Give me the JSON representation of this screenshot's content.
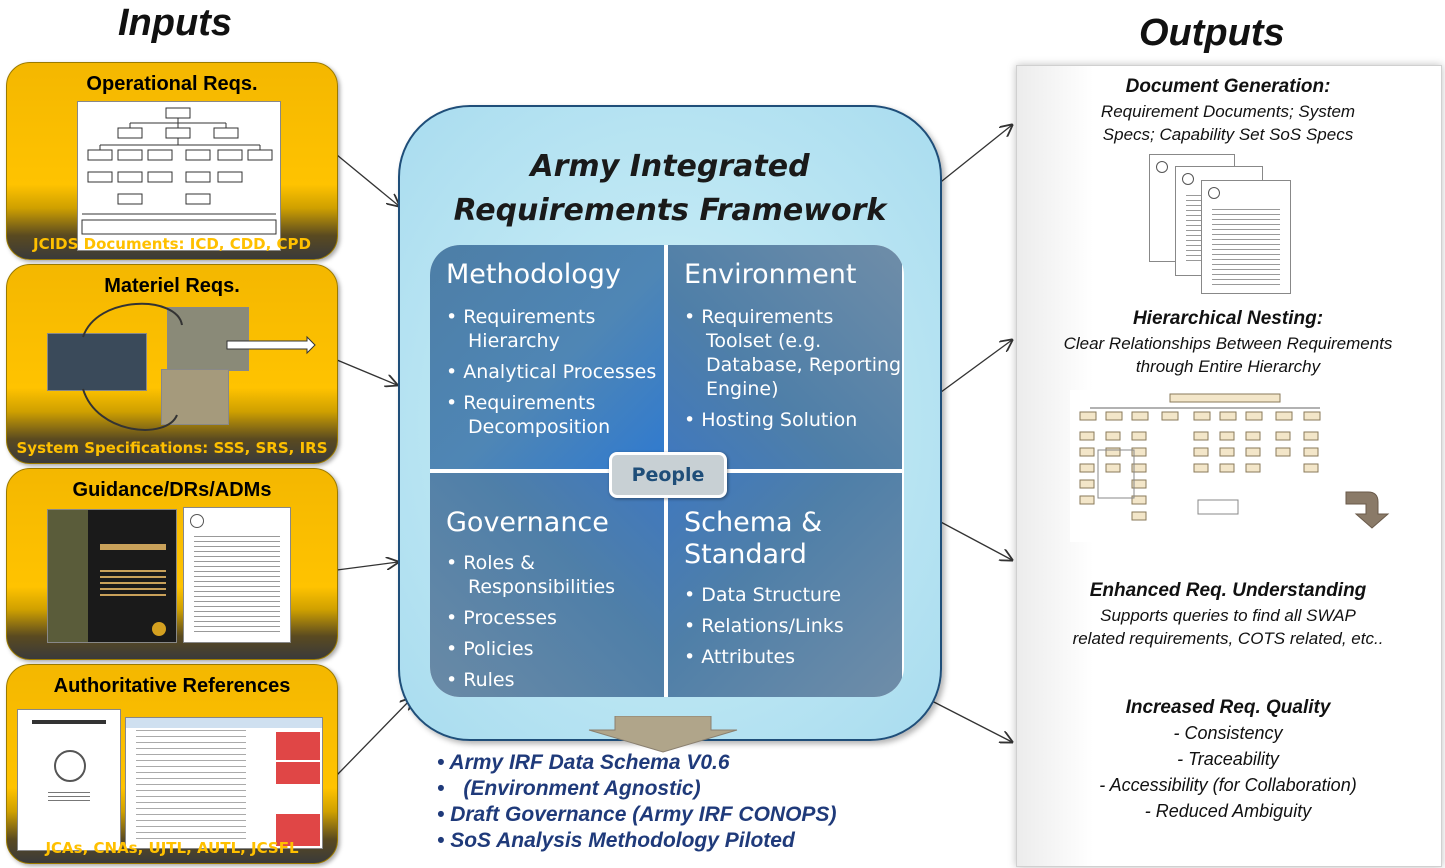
{
  "inputs": {
    "title": "Inputs",
    "boxes": [
      {
        "title": "Operational Reqs.",
        "footer": "JCIDS Documents: ICD, CDD, CPD"
      },
      {
        "title": "Materiel Reqs.",
        "footer": "System Specifications: SSS, SRS, IRS"
      },
      {
        "title": "Guidance/DRs/ADMs",
        "footer": ""
      },
      {
        "title": "Authoritative References",
        "footer": "JCAs, CNAs, UJTL, AUTL, JCSFL"
      }
    ]
  },
  "framework": {
    "title_line1": "Army Integrated",
    "title_line2": "Requirements Framework",
    "center_label": "People",
    "quadrants": [
      {
        "title": "Methodology",
        "items": [
          "Requirements Hierarchy",
          "Analytical Processes",
          "Requirements Decomposition"
        ]
      },
      {
        "title": "Environment",
        "items": [
          "Requirements Toolset (e.g. Database, Reporting Engine)",
          "Hosting Solution"
        ]
      },
      {
        "title": "Governance",
        "items": [
          "Roles & Responsibilities",
          "Processes",
          "Policies",
          "Rules"
        ]
      },
      {
        "title": "Schema & Standard",
        "items": [
          "Data Structure",
          "Relations/Links",
          "Attributes"
        ]
      }
    ]
  },
  "deliverables": [
    "Army IRF Data Schema V0.6",
    "(Environment Agnostic)",
    "Draft Governance (Army IRF CONOPS)",
    "SoS Analysis Methodology Piloted"
  ],
  "outputs": {
    "title": "Outputs",
    "sections": [
      {
        "heading": "Document Generation:",
        "text_lines": [
          "Requirement Documents; System",
          "Specs; Capability Set SoS Specs"
        ]
      },
      {
        "heading": "Hierarchical Nesting:",
        "text_lines": [
          "Clear Relationships Between Requirements",
          "through Entire Hierarchy"
        ]
      },
      {
        "heading": "Enhanced Req. Understanding",
        "text_lines": [
          "Supports queries to find all SWAP",
          "related requirements, COTS related, etc.."
        ]
      },
      {
        "heading": "Increased Req. Quality",
        "text_lines": [
          "- Consistency",
          "- Traceability",
          "- Accessibility (for Collaboration)",
          "- Reduced Ambiguity"
        ]
      }
    ]
  },
  "colors": {
    "input_gold": "#ffc300",
    "footer_text": "#ffc000",
    "framework_border": "#1f4e79",
    "quad_blue": "#4f7fa8",
    "deliverable_text": "#1f3a7a"
  }
}
